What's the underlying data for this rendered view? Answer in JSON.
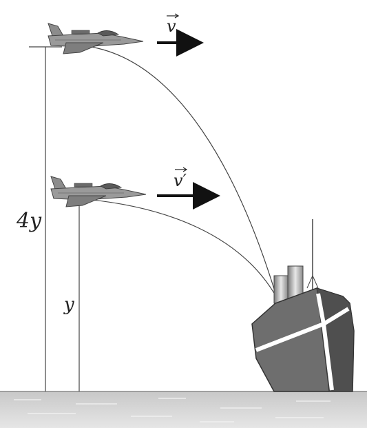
{
  "labels": {
    "velocity_top": "v",
    "velocity_bottom": "v′",
    "height_top": "4y",
    "height_bottom": "y"
  },
  "colors": {
    "line": "#444444",
    "plane_body": "#9a9a9a",
    "plane_dark": "#5a5a5a",
    "ship_hull": "#6e6e6e",
    "ship_dark": "#4a4a4a",
    "sea": "#d4d4d4",
    "arrow": "#111111"
  },
  "icons": {
    "plane_top": "fighter-jet-icon",
    "plane_bottom": "fighter-jet-icon",
    "ship": "ship-icon"
  }
}
